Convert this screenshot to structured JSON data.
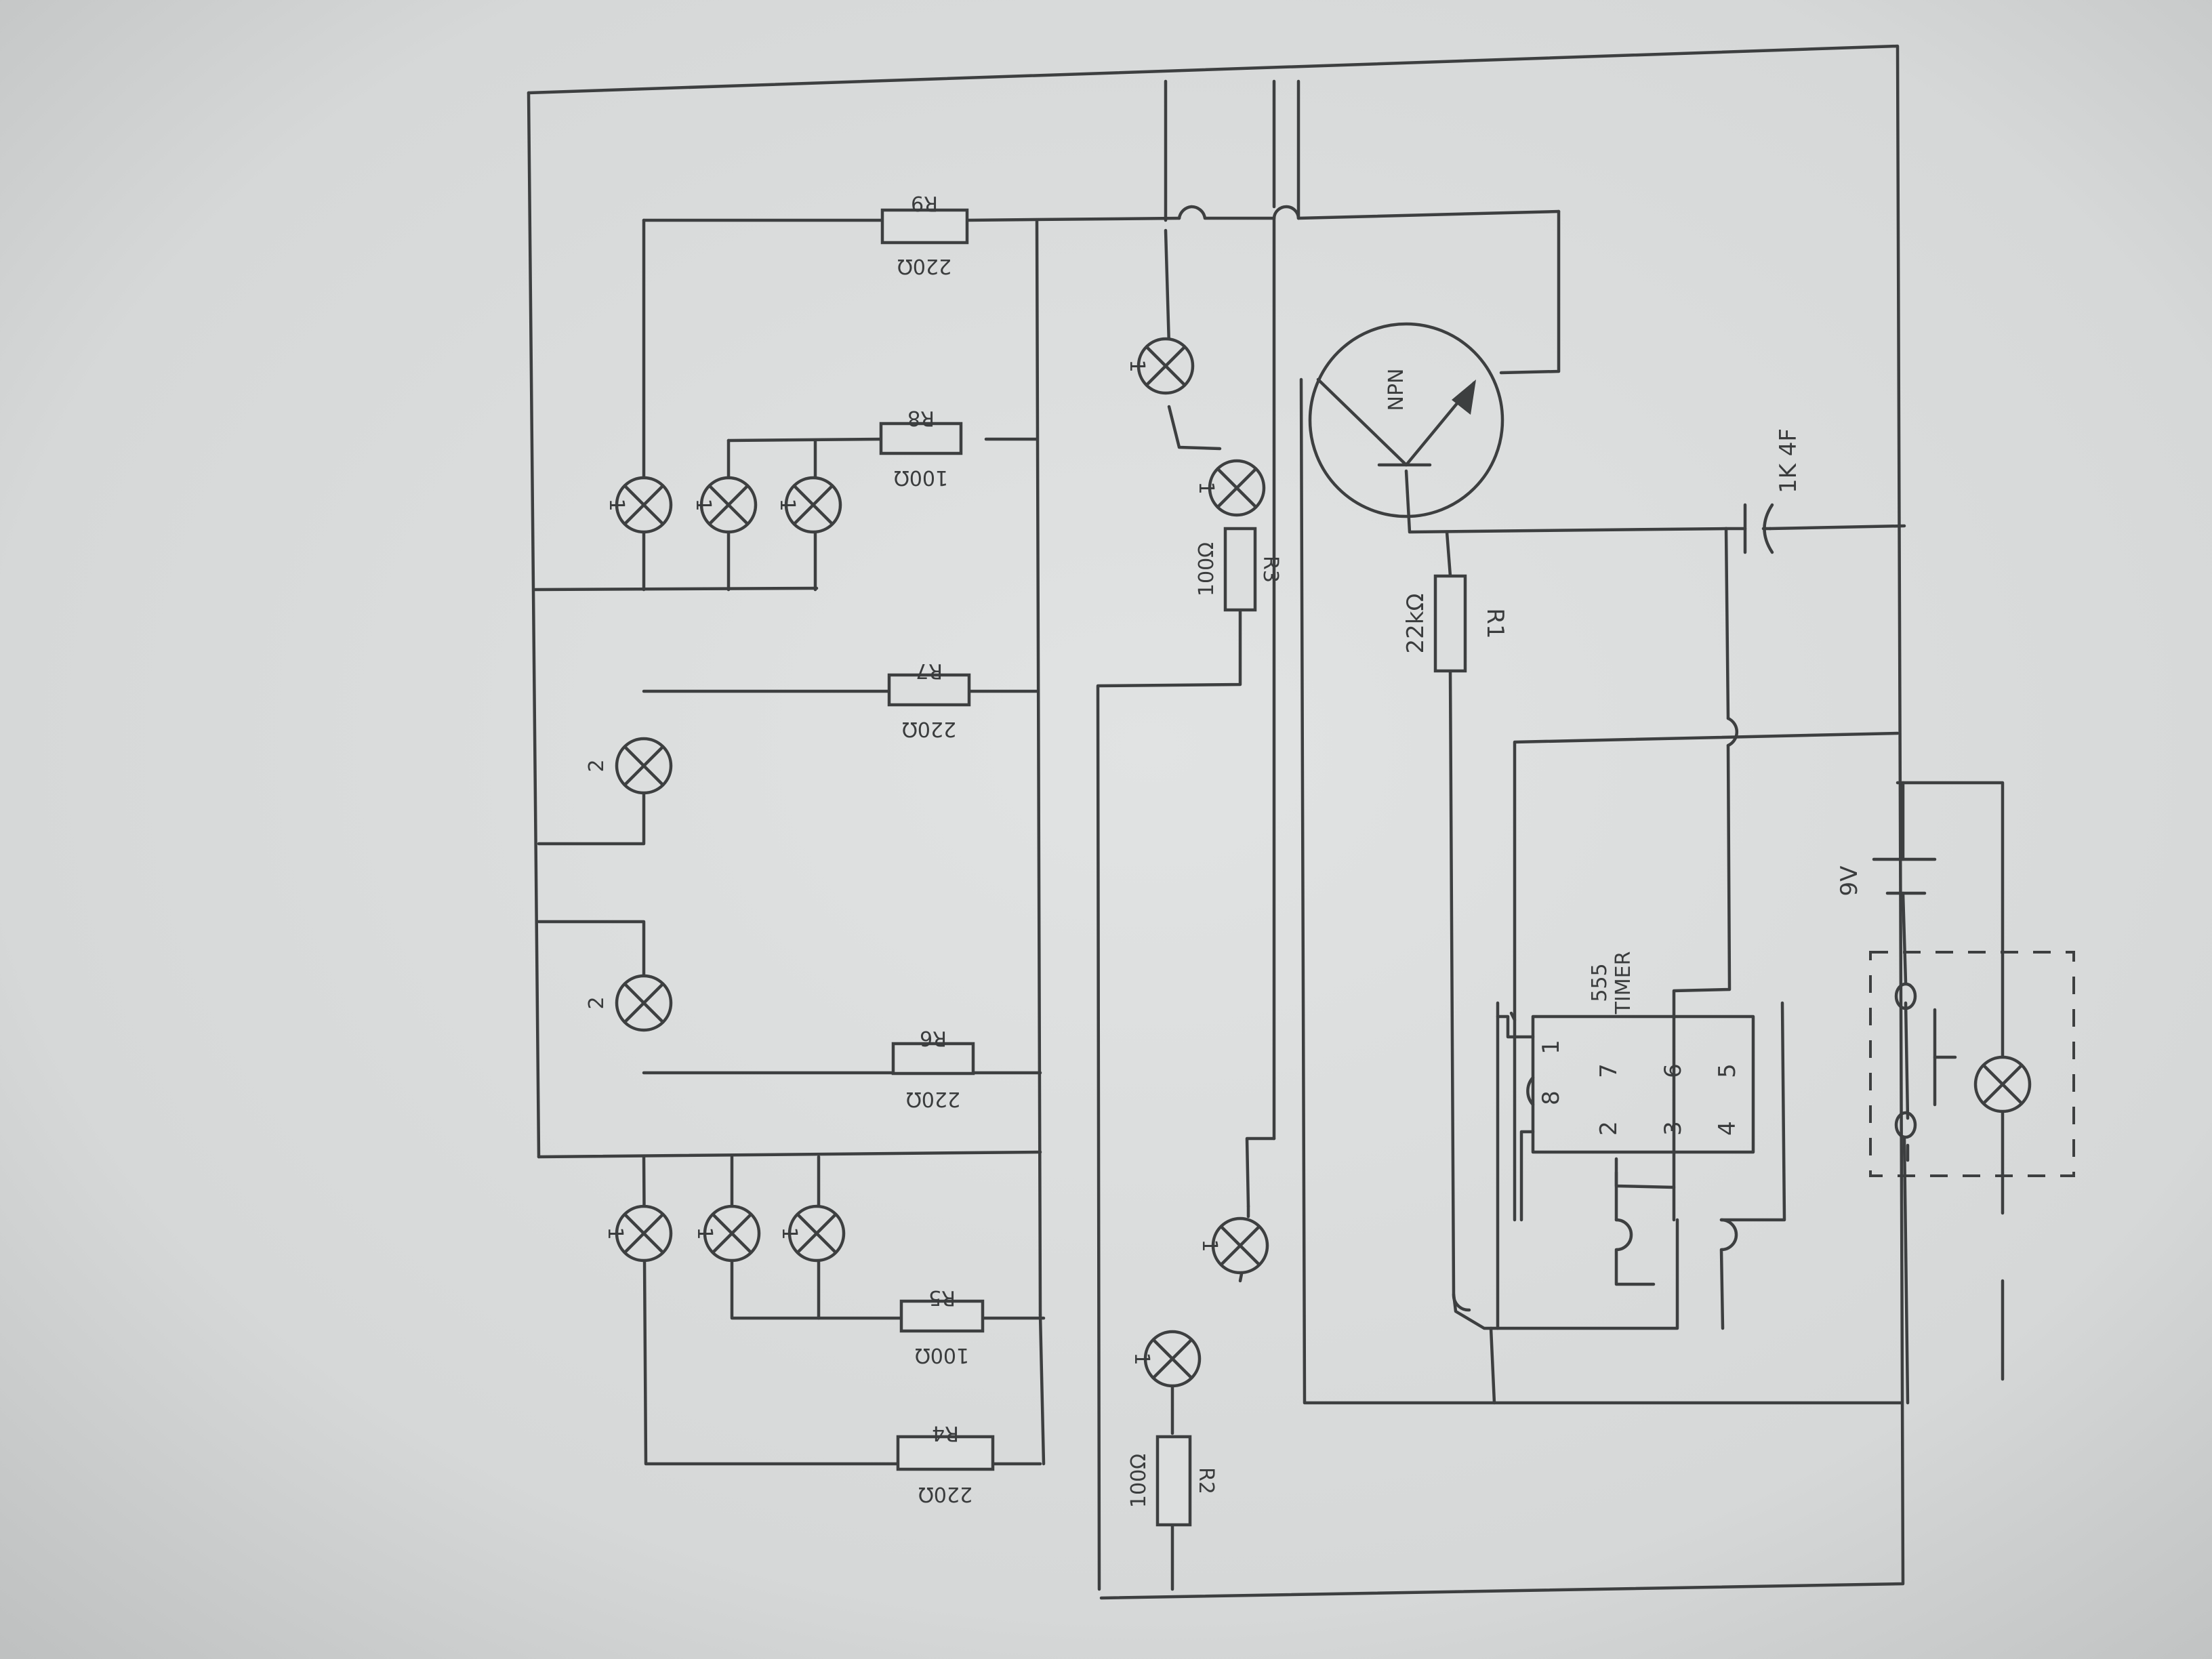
{
  "diagram": {
    "resistors": [
      {
        "id": "R1",
        "designator": "R1",
        "value": "22kΩ"
      },
      {
        "id": "R2",
        "designator": "R2",
        "value": "100Ω"
      },
      {
        "id": "R3",
        "designator": "R3",
        "value": "100Ω"
      },
      {
        "id": "R4",
        "designator": "R4",
        "value": "220Ω"
      },
      {
        "id": "R5",
        "designator": "R5",
        "value": "100Ω"
      },
      {
        "id": "R6",
        "designator": "R6",
        "value": "220Ω"
      },
      {
        "id": "R7",
        "designator": "R7",
        "value": "220Ω"
      },
      {
        "id": "R8",
        "designator": "R8",
        "value": "100Ω"
      },
      {
        "id": "R9",
        "designator": "R9",
        "value": "220Ω"
      }
    ],
    "lamp_marks": {
      "one": "1",
      "two": "2"
    },
    "transistor": {
      "type": "NPN"
    },
    "capacitor": {
      "value": "1K 4F"
    },
    "battery": {
      "value": "9V"
    },
    "ic": {
      "name_line1": "555",
      "name_line2": "TIMER",
      "pins": [
        "1",
        "2",
        "3",
        "4",
        "5",
        "6",
        "7",
        "8"
      ]
    }
  }
}
